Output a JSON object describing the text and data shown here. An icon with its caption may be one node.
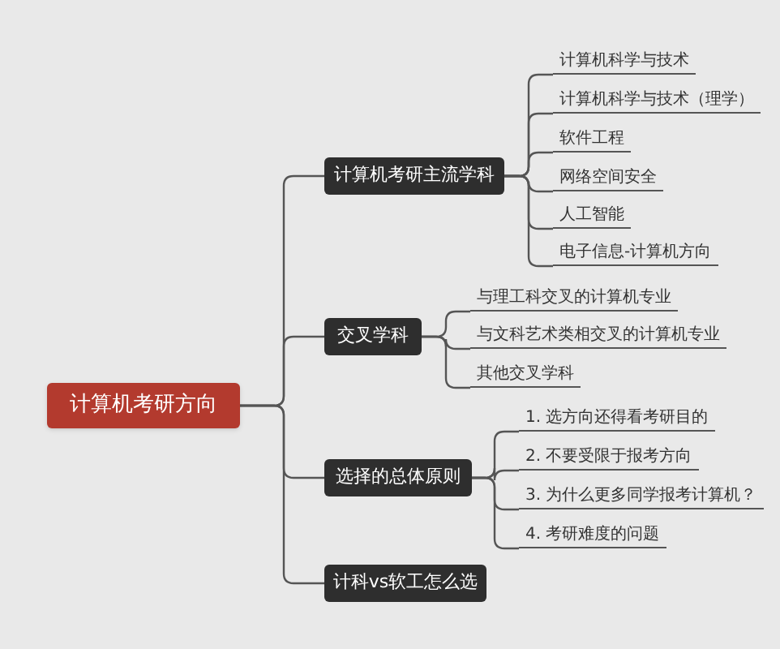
{
  "diagram": {
    "nodes": [
      {
        "text": [
          "计算机考研方向"
        ]
      },
      {
        "text": [
          "计算机考研主流学科"
        ]
      },
      {
        "text": [
          "计算机科学与技术"
        ]
      },
      {
        "text": [
          "计算机科学与技术（理学）"
        ]
      },
      {
        "text": [
          "软件工程"
        ]
      },
      {
        "text": [
          "网络空间安全"
        ]
      },
      {
        "text": [
          "人工智能"
        ]
      },
      {
        "text": [
          "电子信息-计算机方向"
        ]
      },
      {
        "text": [
          "交叉学科"
        ]
      },
      {
        "text": [
          "与理工科交叉的计算机专业"
        ]
      },
      {
        "text": [
          "与文科艺术类相交叉的计算机专业"
        ]
      },
      {
        "text": [
          "其他交叉学科"
        ]
      },
      {
        "text": [
          "选择的总体原则"
        ]
      },
      {
        "text": [
          "1. 选方向还得看考研目的"
        ]
      },
      {
        "text": [
          "2. 不要受限于报考方向"
        ]
      },
      {
        "text": [
          "3. 为什么更多同学报考计算机？"
        ]
      },
      {
        "text": [
          "4. 考研难度的问题"
        ]
      },
      {
        "text": [
          "计科vs软工怎么选"
        ]
      }
    ],
    "edges": [
      {
        "from": 0,
        "to": 1,
        "arrow": "none"
      },
      {
        "from": 0,
        "to": 8,
        "arrow": "none"
      },
      {
        "from": 0,
        "to": 12,
        "arrow": "none"
      },
      {
        "from": 0,
        "to": 17,
        "arrow": "none"
      },
      {
        "from": 1,
        "to": 2,
        "arrow": "none"
      },
      {
        "from": 1,
        "to": 3,
        "arrow": "none"
      },
      {
        "from": 1,
        "to": 4,
        "arrow": "none"
      },
      {
        "from": 1,
        "to": 5,
        "arrow": "none"
      },
      {
        "from": 1,
        "to": 6,
        "arrow": "none"
      },
      {
        "from": 1,
        "to": 7,
        "arrow": "none"
      },
      {
        "from": 8,
        "to": 9,
        "arrow": "none"
      },
      {
        "from": 8,
        "to": 10,
        "arrow": "none"
      },
      {
        "from": 8,
        "to": 11,
        "arrow": "none"
      },
      {
        "from": 12,
        "to": 13,
        "arrow": "none"
      },
      {
        "from": 12,
        "to": 14,
        "arrow": "none"
      },
      {
        "from": 12,
        "to": 15,
        "arrow": "none"
      },
      {
        "from": 12,
        "to": 16,
        "arrow": "none"
      }
    ]
  }
}
